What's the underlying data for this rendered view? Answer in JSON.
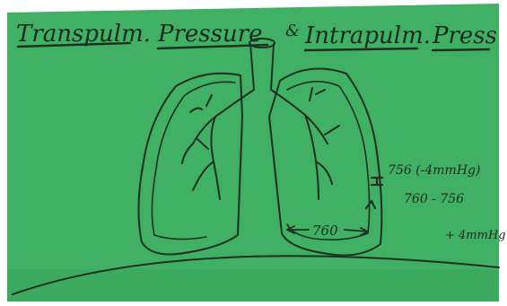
{
  "scene": {
    "kind": "photo of handwritten marker notes on a green paper card",
    "paper_color": "#3fb064",
    "ink_color": "#223024"
  },
  "title": {
    "part1": "Transpulm.",
    "part2": "Pressure",
    "amp": "&",
    "part3": "Intrapulm.",
    "part4": "Press"
  },
  "labels": {
    "transpulmonary_value": "756 (-4mmHg)",
    "intrapulmonary_range": "760 - 756",
    "intrapulmonary_note": "+ 4mmHg",
    "atmospheric_value": "760"
  }
}
